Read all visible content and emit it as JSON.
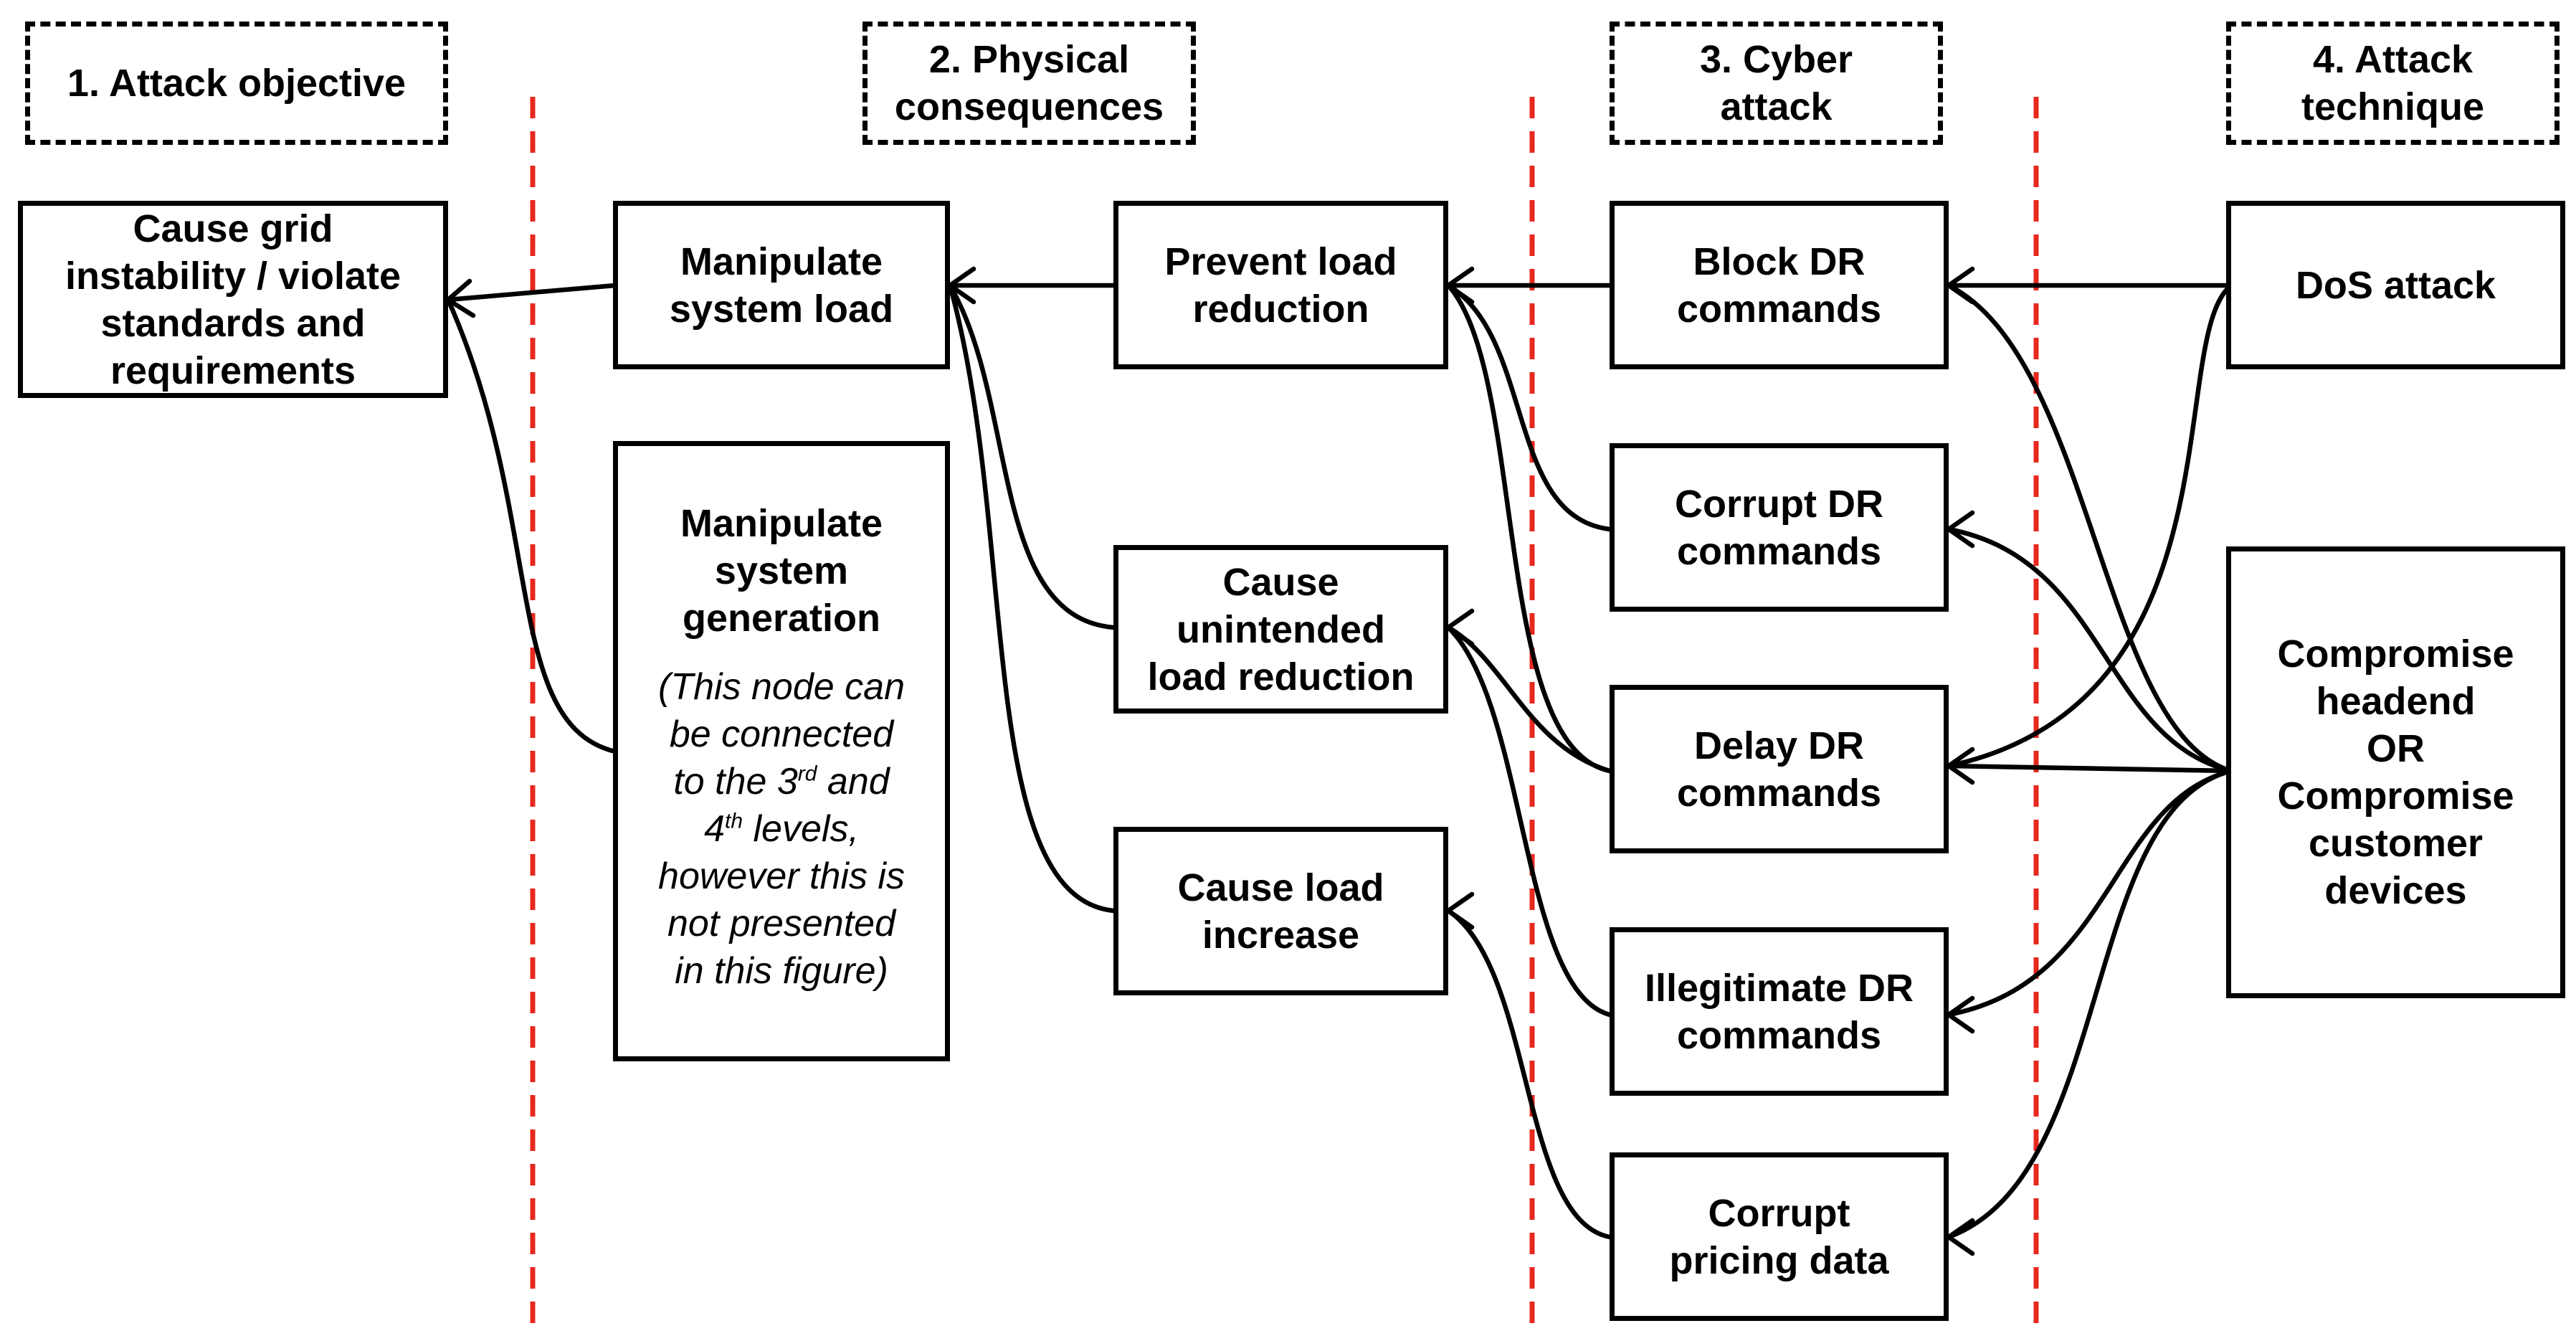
{
  "headers": {
    "h1": [
      "1. Attack objective"
    ],
    "h2": [
      "2. Physical",
      "consequences"
    ],
    "h3": [
      "3. Cyber",
      "attack"
    ],
    "h4": [
      "4. Attack",
      "technique"
    ]
  },
  "nodes": {
    "objective": [
      "Cause grid",
      "instability / violate",
      "standards and",
      "requirements"
    ],
    "manipulate_load": [
      "Manipulate",
      "system load"
    ],
    "manipulate_generation": [
      "Manipulate",
      "system",
      "generation"
    ],
    "generation_note": {
      "line1": "(This node can",
      "line2": "be connected",
      "line3_pre": "to the 3",
      "line3_sup": "rd",
      "line3_post": " and",
      "line4_pre": "4",
      "line4_sup": "th",
      "line4_post": " levels,",
      "line5": "however this is",
      "line6": "not presented",
      "line7": "in this figure)"
    },
    "prevent_reduction": [
      "Prevent load",
      "reduction"
    ],
    "unintended_reduction": [
      "Cause",
      "unintended",
      "load reduction"
    ],
    "load_increase": [
      "Cause load",
      "increase"
    ],
    "block_dr": [
      "Block DR",
      "commands"
    ],
    "corrupt_dr": [
      "Corrupt DR",
      "commands"
    ],
    "delay_dr": [
      "Delay DR",
      "commands"
    ],
    "illegitimate_dr": [
      "Illegitimate DR",
      "commands"
    ],
    "corrupt_pricing": [
      "Corrupt",
      "pricing data"
    ],
    "dos": [
      "DoS attack"
    ],
    "compromise": {
      "line1": "Compromise",
      "line2": "headend",
      "or": "OR",
      "line3": "Compromise",
      "line4": "customer",
      "line5": "devices"
    }
  },
  "colors": {
    "separator": "#e8281e",
    "stroke": "#000000"
  }
}
